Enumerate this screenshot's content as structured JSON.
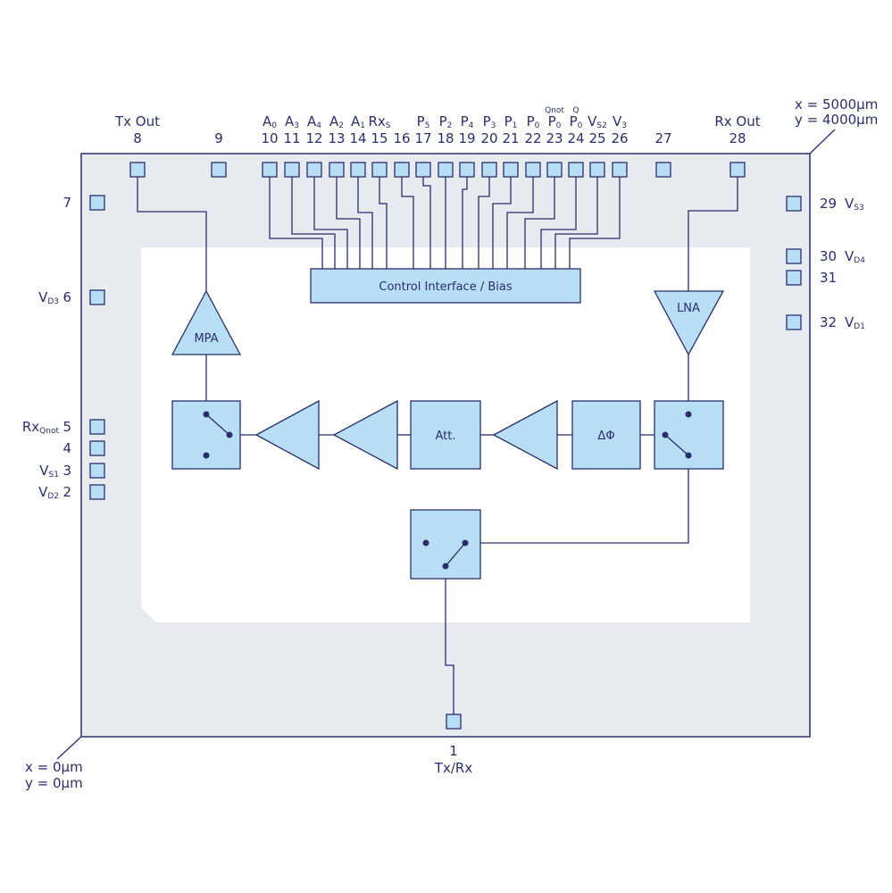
{
  "coords": {
    "top_right_x": "x = 5000µm",
    "top_right_y": "y = 4000µm",
    "bottom_left_x": "x = 0µm",
    "bottom_left_y": "y = 0µm"
  },
  "top_pins": [
    {
      "num": "8",
      "name": "Tx Out",
      "sub": ""
    },
    {
      "num": "9",
      "name": "",
      "sub": ""
    },
    {
      "num": "10",
      "name": "A",
      "sub": "0"
    },
    {
      "num": "11",
      "name": "A",
      "sub": "3"
    },
    {
      "num": "12",
      "name": "A",
      "sub": "4"
    },
    {
      "num": "13",
      "name": "A",
      "sub": "2"
    },
    {
      "num": "14",
      "name": "A",
      "sub": "1"
    },
    {
      "num": "15",
      "name": "Rx",
      "sub": "S"
    },
    {
      "num": "16",
      "name": "",
      "sub": ""
    },
    {
      "num": "17",
      "name": "P",
      "sub": "5"
    },
    {
      "num": "18",
      "name": "P",
      "sub": "2"
    },
    {
      "num": "19",
      "name": "P",
      "sub": "4"
    },
    {
      "num": "20",
      "name": "P",
      "sub": "3"
    },
    {
      "num": "21",
      "name": "P",
      "sub": "1"
    },
    {
      "num": "22",
      "name": "P",
      "sub": "0"
    },
    {
      "num": "23",
      "name": "P",
      "sub": "0",
      "sup": "Qnot"
    },
    {
      "num": "24",
      "name": "P",
      "sub": "0",
      "sup": "Q"
    },
    {
      "num": "25",
      "name": "V",
      "sub": "S2"
    },
    {
      "num": "26",
      "name": "V",
      "sub": "3"
    },
    {
      "num": "27",
      "name": "",
      "sub": ""
    },
    {
      "num": "28",
      "name": "Rx Out",
      "sub": ""
    }
  ],
  "left_pins": [
    {
      "num": "7",
      "name": "",
      "sub": ""
    },
    {
      "num": "6",
      "name": "V",
      "sub": "D3"
    },
    {
      "num": "5",
      "name": "Rx",
      "sub": "Qnot"
    },
    {
      "num": "4",
      "name": "",
      "sub": ""
    },
    {
      "num": "3",
      "name": "V",
      "sub": "S1"
    },
    {
      "num": "2",
      "name": "V",
      "sub": "D2"
    }
  ],
  "right_pins": [
    {
      "num": "29",
      "name": "V",
      "sub": "S3"
    },
    {
      "num": "30",
      "name": "V",
      "sub": "D4"
    },
    {
      "num": "31",
      "name": "",
      "sub": ""
    },
    {
      "num": "32",
      "name": "V",
      "sub": "D1"
    }
  ],
  "bottom_pin": {
    "num": "1",
    "name": "Tx/Rx"
  },
  "blocks": {
    "control": "Control Interface / Bias",
    "mpa": "MPA",
    "lna": "LNA",
    "att": "Att.",
    "phase": "ΔΦ"
  }
}
